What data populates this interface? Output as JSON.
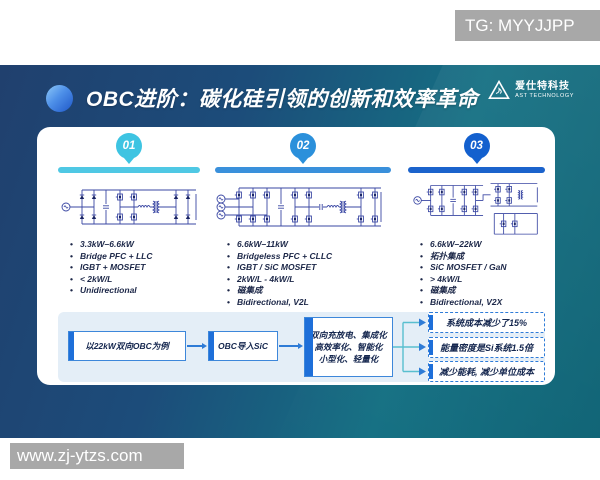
{
  "watermarks": {
    "top_right": "TG: MYYJJPP",
    "bottom_left": "www.zj-ytzs.com"
  },
  "header": {
    "title": "OBC进阶：碳化硅引领的创新和效率革命",
    "company_cn": "爱仕特科技",
    "company_en": "AST TECHNOLOGY"
  },
  "stages": [
    {
      "number": "01",
      "accent": "#3EC4E2",
      "bullets": [
        "3.3kW–6.6kW",
        "Bridge PFC + LLC",
        "IGBT + MOSFET",
        "< 2kW/L",
        "Unidirectional"
      ]
    },
    {
      "number": "02",
      "accent": "#2B90DB",
      "bullets": [
        "6.6kW–11kW",
        "Bridgeless PFC + CLLC",
        "IGBT / SiC MOSFET",
        "2kW/L - 4kW/L",
        "磁集成",
        "Bidirectional, V2L"
      ]
    },
    {
      "number": "03",
      "accent": "#1360CE",
      "bullets": [
        "6.6kW–22kW",
        "拓扑集成",
        "SiC MOSFET / GaN",
        "> 4kW/L",
        "磁集成",
        "Bidirectional, V2X"
      ]
    }
  ],
  "flow": {
    "step1": "以22kW双向OBC为例",
    "step2": "OBC导入SiC",
    "step3": [
      "双向充放电、集成化",
      "高效率化、智能化",
      "小型化、轻量化"
    ],
    "results": [
      "系统成本减少了15%",
      "能量密度是Si系统1.5倍",
      "减少能耗, 减少单位成本"
    ]
  },
  "colors": {
    "slide_navy": "#20406E",
    "slide_teal": "#0D6274",
    "flow_accent": "#1E6FD9",
    "flow_border": "#3D87DA",
    "connector": "#59BFCF"
  }
}
